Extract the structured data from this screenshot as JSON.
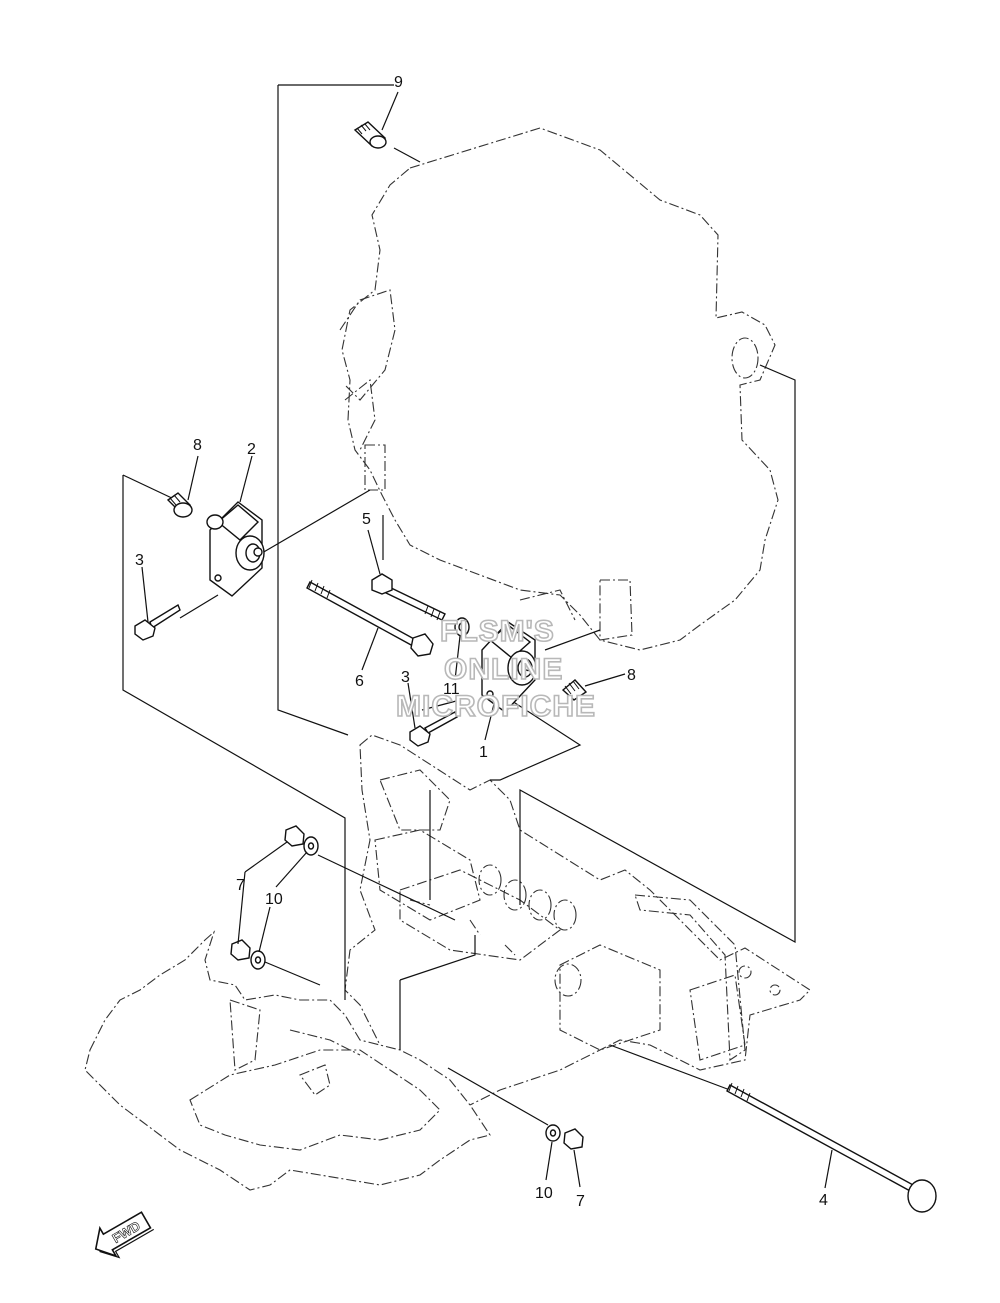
{
  "diagram": {
    "callouts": [
      {
        "id": "c9",
        "label": "9"
      },
      {
        "id": "c8a",
        "label": "8"
      },
      {
        "id": "c2",
        "label": "2"
      },
      {
        "id": "c3a",
        "label": "3"
      },
      {
        "id": "c5",
        "label": "5"
      },
      {
        "id": "c6",
        "label": "6"
      },
      {
        "id": "c3b",
        "label": "3"
      },
      {
        "id": "c11",
        "label": "11"
      },
      {
        "id": "c8b",
        "label": "8"
      },
      {
        "id": "c1",
        "label": "1"
      },
      {
        "id": "c7a",
        "label": "7"
      },
      {
        "id": "c10a",
        "label": "10"
      },
      {
        "id": "c10b",
        "label": "10"
      },
      {
        "id": "c7b",
        "label": "7"
      },
      {
        "id": "c4",
        "label": "4"
      }
    ],
    "watermark": [
      "FLSM'S",
      "ONLINE",
      "MICROFICHE"
    ],
    "fwd_label": "FWD",
    "colors": {
      "ink": "#111111",
      "watermark": "#b8b8b8",
      "background": "#ffffff"
    }
  }
}
